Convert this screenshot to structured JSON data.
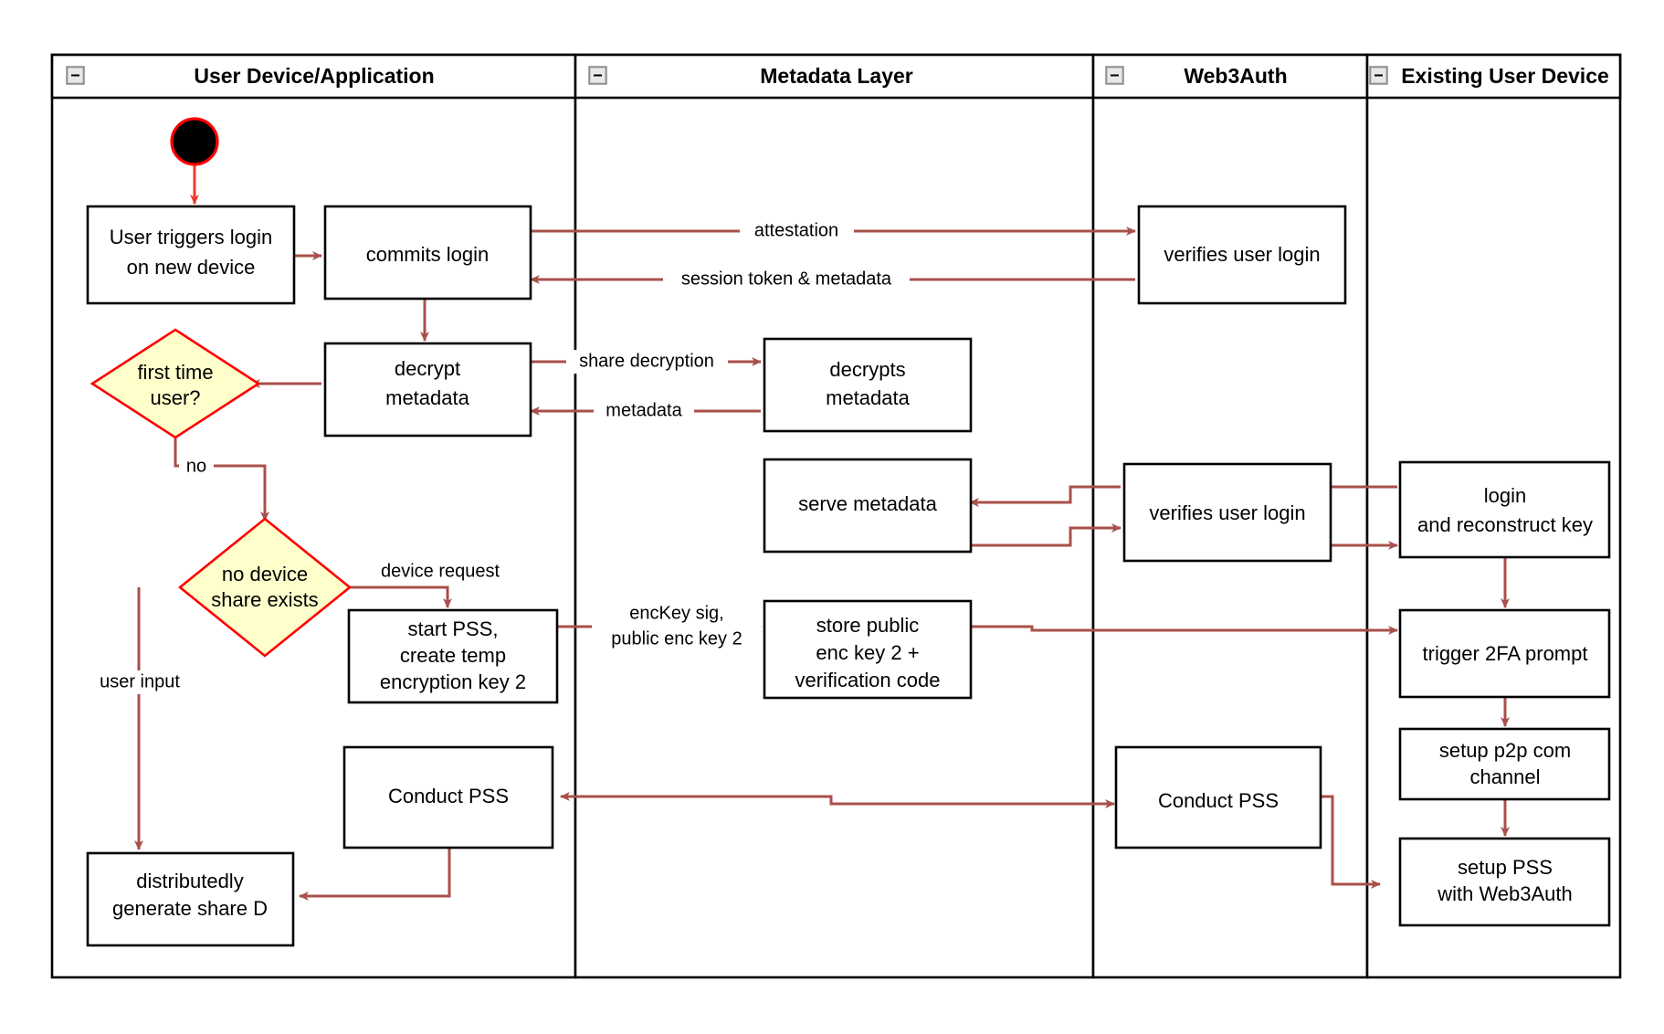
{
  "diagram": {
    "type": "swimlane-activity-flowchart",
    "title": "Web3Auth new device login and PSS flow",
    "colors": {
      "edge": "#a8504a",
      "start_edge": "#ef3b2c",
      "decision_fill": "#ffffcc",
      "decision_stroke": "#ff0000",
      "node_fill": "#ffffff",
      "node_stroke": "#000000",
      "canvas": "#ffffff"
    }
  },
  "lanes": [
    {
      "id": "lane-user-device",
      "title": "User Device/Application",
      "collapse_icon": "collapse-minus-icon"
    },
    {
      "id": "lane-metadata",
      "title": "Metadata Layer",
      "collapse_icon": "collapse-minus-icon"
    },
    {
      "id": "lane-web3auth",
      "title": "Web3Auth",
      "collapse_icon": "collapse-minus-icon"
    },
    {
      "id": "lane-existing-device",
      "title": "Existing User Device",
      "collapse_icon": "collapse-minus-icon"
    }
  ],
  "nodes": [
    {
      "id": "start",
      "lane": "lane-user-device",
      "shape": "start-circle",
      "label": ""
    },
    {
      "id": "user-triggers-login",
      "lane": "lane-user-device",
      "shape": "rect",
      "label": "User triggers login\non new device",
      "lines": [
        "User triggers login",
        "on new device"
      ]
    },
    {
      "id": "commits-login",
      "lane": "lane-user-device",
      "shape": "rect",
      "label": "commits login",
      "lines": [
        "commits login"
      ]
    },
    {
      "id": "decrypt-metadata",
      "lane": "lane-user-device",
      "shape": "rect",
      "label": "decrypt\nmetadata",
      "lines": [
        "decrypt",
        "metadata"
      ]
    },
    {
      "id": "first-time-user",
      "lane": "lane-user-device",
      "shape": "diamond",
      "label": "first time\nuser?",
      "lines": [
        "first time",
        "user?"
      ]
    },
    {
      "id": "no-device-share-exists",
      "lane": "lane-user-device",
      "shape": "diamond",
      "label": "no device\nshare exists",
      "lines": [
        "no device",
        "share exists"
      ]
    },
    {
      "id": "start-pss-create-temp-key",
      "lane": "lane-user-device",
      "shape": "rect",
      "label": "start PSS,\ncreate temp\nencryption key 2",
      "lines": [
        "start PSS,",
        "create temp",
        "encryption key 2"
      ]
    },
    {
      "id": "conduct-pss-user",
      "lane": "lane-user-device",
      "shape": "rect",
      "label": "Conduct PSS",
      "lines": [
        "Conduct PSS"
      ]
    },
    {
      "id": "distributedly-generate-share-d",
      "lane": "lane-user-device",
      "shape": "rect",
      "label": "distributedly\ngenerate share D",
      "lines": [
        "distributedly",
        "generate share D"
      ]
    },
    {
      "id": "decrypts-metadata",
      "lane": "lane-metadata",
      "shape": "rect",
      "label": "decrypts\nmetadata",
      "lines": [
        "decrypts",
        "metadata"
      ]
    },
    {
      "id": "serve-metadata",
      "lane": "lane-metadata",
      "shape": "rect",
      "label": "serve metadata",
      "lines": [
        "serve metadata"
      ]
    },
    {
      "id": "store-public-enc-key-2",
      "lane": "lane-metadata",
      "shape": "rect",
      "label": "store public\nenc key 2 +\nverification code",
      "lines": [
        "store public",
        "enc key 2 +",
        "verification code"
      ]
    },
    {
      "id": "verifies-user-login-1",
      "lane": "lane-web3auth",
      "shape": "rect",
      "label": "verifies user login",
      "lines": [
        "verifies user login"
      ]
    },
    {
      "id": "verifies-user-login-2",
      "lane": "lane-web3auth",
      "shape": "rect",
      "label": "verifies user login",
      "lines": [
        "verifies user login"
      ]
    },
    {
      "id": "conduct-pss-web3auth",
      "lane": "lane-web3auth",
      "shape": "rect",
      "label": "Conduct PSS",
      "lines": [
        "Conduct PSS"
      ]
    },
    {
      "id": "login-and-reconstruct-key",
      "lane": "lane-existing-device",
      "shape": "rect",
      "label": "login\nand reconstruct key",
      "lines": [
        "login",
        "and reconstruct key"
      ]
    },
    {
      "id": "trigger-2fa-prompt",
      "lane": "lane-existing-device",
      "shape": "rect",
      "label": "trigger 2FA prompt",
      "lines": [
        "trigger 2FA prompt"
      ]
    },
    {
      "id": "setup-p2p-com-channel",
      "lane": "lane-existing-device",
      "shape": "rect",
      "label": "setup p2p com\nchannel",
      "lines": [
        "setup p2p com",
        "channel"
      ]
    },
    {
      "id": "setup-pss-with-web3auth",
      "lane": "lane-existing-device",
      "shape": "rect",
      "label": "setup PSS\nwith Web3Auth",
      "lines": [
        "setup PSS",
        "with Web3Auth"
      ]
    }
  ],
  "edge_labels": [
    {
      "id": "attestation",
      "text": "attestation"
    },
    {
      "id": "session-token-metadata",
      "text": "session token & metadata"
    },
    {
      "id": "share-decryption",
      "text": "share decryption"
    },
    {
      "id": "metadata",
      "text": "metadata"
    },
    {
      "id": "no",
      "text": "no"
    },
    {
      "id": "device-request",
      "text": "device request"
    },
    {
      "id": "user-input",
      "text": "user input"
    },
    {
      "id": "enckey-sig-line1",
      "text": "encKey sig,"
    },
    {
      "id": "enckey-sig-line2",
      "text": "public enc key 2"
    }
  ]
}
